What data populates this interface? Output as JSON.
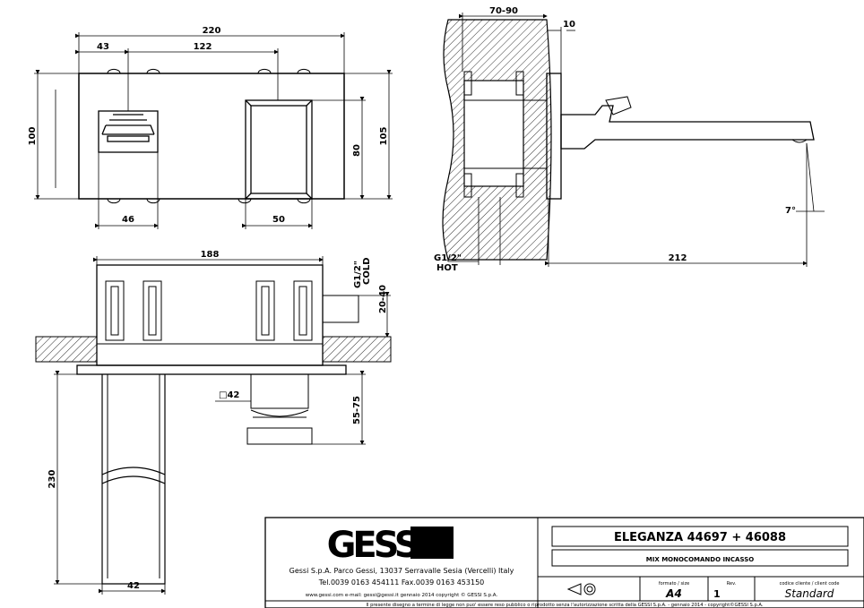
{
  "front_view": {
    "overall_width": "220",
    "left_offset": "43",
    "center_distance": "122",
    "height_left": "100",
    "height_right": "105",
    "handle_height": "80",
    "handle_width": "46",
    "spout_plate_width": "50"
  },
  "side_view": {
    "wall_depth": "70-90",
    "plate_thickness": "10",
    "angle": "7°",
    "spout_projection": "212",
    "inlet_label": "G1/2\"",
    "inlet_hot": "HOT"
  },
  "top_view": {
    "body_width": "188",
    "cold_inlet_label": "G1/2\"",
    "cold_inlet_word": "COLD",
    "inlet_height": "20-40",
    "square_label": "□42",
    "handle_projection": "55-75",
    "total_height": "230",
    "bottom_width": "42"
  },
  "title_block": {
    "logo_text": "GESSI",
    "company_line": "Gessi S.p.A. Parco Gessi, 13037 Serravalle Sesia (Vercelli) Italy",
    "tel_line": "Tel.0039  0163  454111  Fax.0039  0163  453150",
    "web_line": "www.gessi.com  e-mail: gessi@gessi.it   gennaio 2014   copyright © GESSI  S.p.A.",
    "product_title": "ELEGANZA  44697 + 46088",
    "product_subtitle": "MIX MONOCOMANDO INCASSO",
    "format_label": "formato / size",
    "format_value": "A4",
    "rev_label": "Rev.",
    "rev_value": "1",
    "client_code_label": "codice cliente / client code",
    "client_code_value": "Standard",
    "footer_note": "Il presente disegno a termine di legge non puo' essere reso pubblico o riprodotto senza l'autorizzazione scritta della GESSI S.p.A. - gennaio 2014 - copyright©GESSI S.p.A."
  },
  "colors": {
    "line": "#000000",
    "background": "#ffffff"
  }
}
